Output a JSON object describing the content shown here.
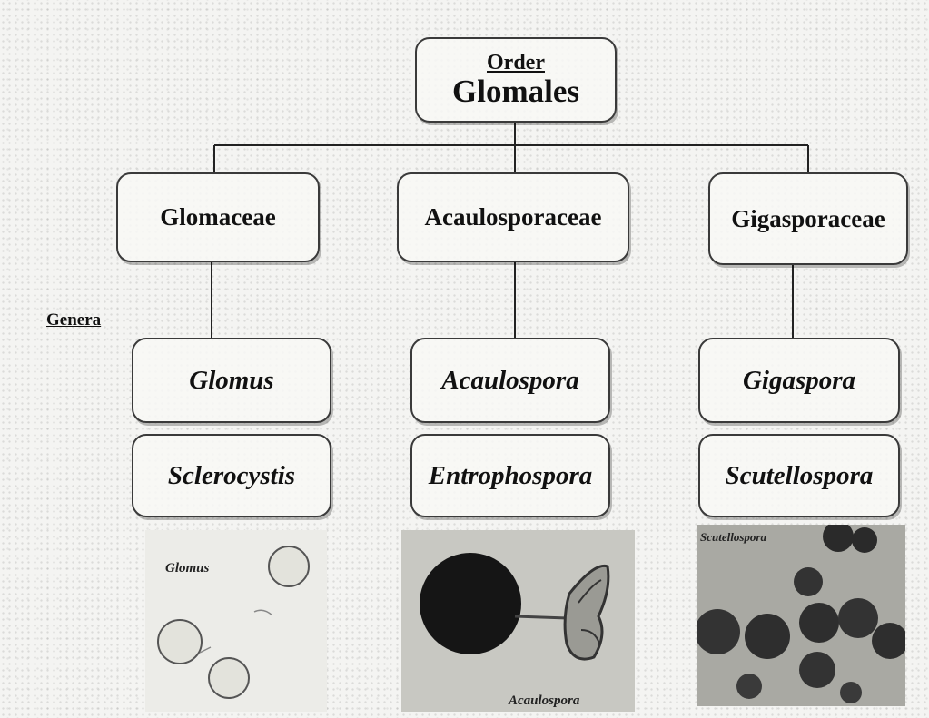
{
  "order": {
    "label": "Order",
    "name": "Glomales"
  },
  "genera_label": "Genera",
  "families": [
    {
      "name": "Glomaceae",
      "genera": [
        "Glomus",
        "Sclerocystis"
      ]
    },
    {
      "name": "Acaulosporaceae",
      "genera": [
        "Acaulospora",
        "Entrophospora"
      ]
    },
    {
      "name": "Gigasporaceae",
      "genera": [
        "Gigaspora",
        "Scutellospora"
      ]
    }
  ],
  "photos": [
    {
      "caption": "Glomus"
    },
    {
      "caption": "Acaulospora"
    },
    {
      "caption": "Scutellospora"
    }
  ],
  "colors": {
    "box_border": "#3a3a3a",
    "line": "#222222",
    "background": "#f4f4f2"
  }
}
